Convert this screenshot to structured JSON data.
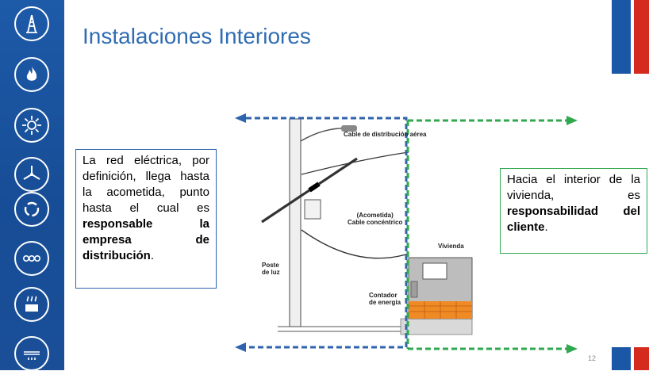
{
  "title": "Instalaciones Interiores",
  "page_number": "12",
  "sidebar": {
    "icons": [
      "oil-rig-icon",
      "flame-icon",
      "sun-icon",
      "wind-turbine-icon",
      "recycle-icon",
      "waves-icon",
      "heat-icon",
      "electric-line-icon"
    ]
  },
  "left_box": {
    "part1": "La red eléctrica, por definición, llega hasta la acometida, punto hasta el cual es ",
    "bold": "responsable la empresa de distribución",
    "part2": "."
  },
  "right_box": {
    "part1": "Hacia el interior de la vivienda, es ",
    "bold": "responsabilidad del cliente",
    "part2": "."
  },
  "diagram": {
    "label_cable_aereo": "Cable de distribución aérea",
    "label_acometida_1": "(Acometida)",
    "label_acometida_2": "Cable concéntrico",
    "label_vivienda": "Vivienda",
    "label_poste_1": "Poste",
    "label_poste_2": "de luz",
    "label_contador_1": "Contador",
    "label_contador_2": "de energía"
  },
  "colors": {
    "sidebar_blue": "#1d5aa8",
    "title_blue": "#2f6cb3",
    "arrow_blue": "#2f63ad",
    "arrow_green": "#2fa84f",
    "flag_blue": "#1a57a6",
    "flag_red": "#d52b1e"
  }
}
